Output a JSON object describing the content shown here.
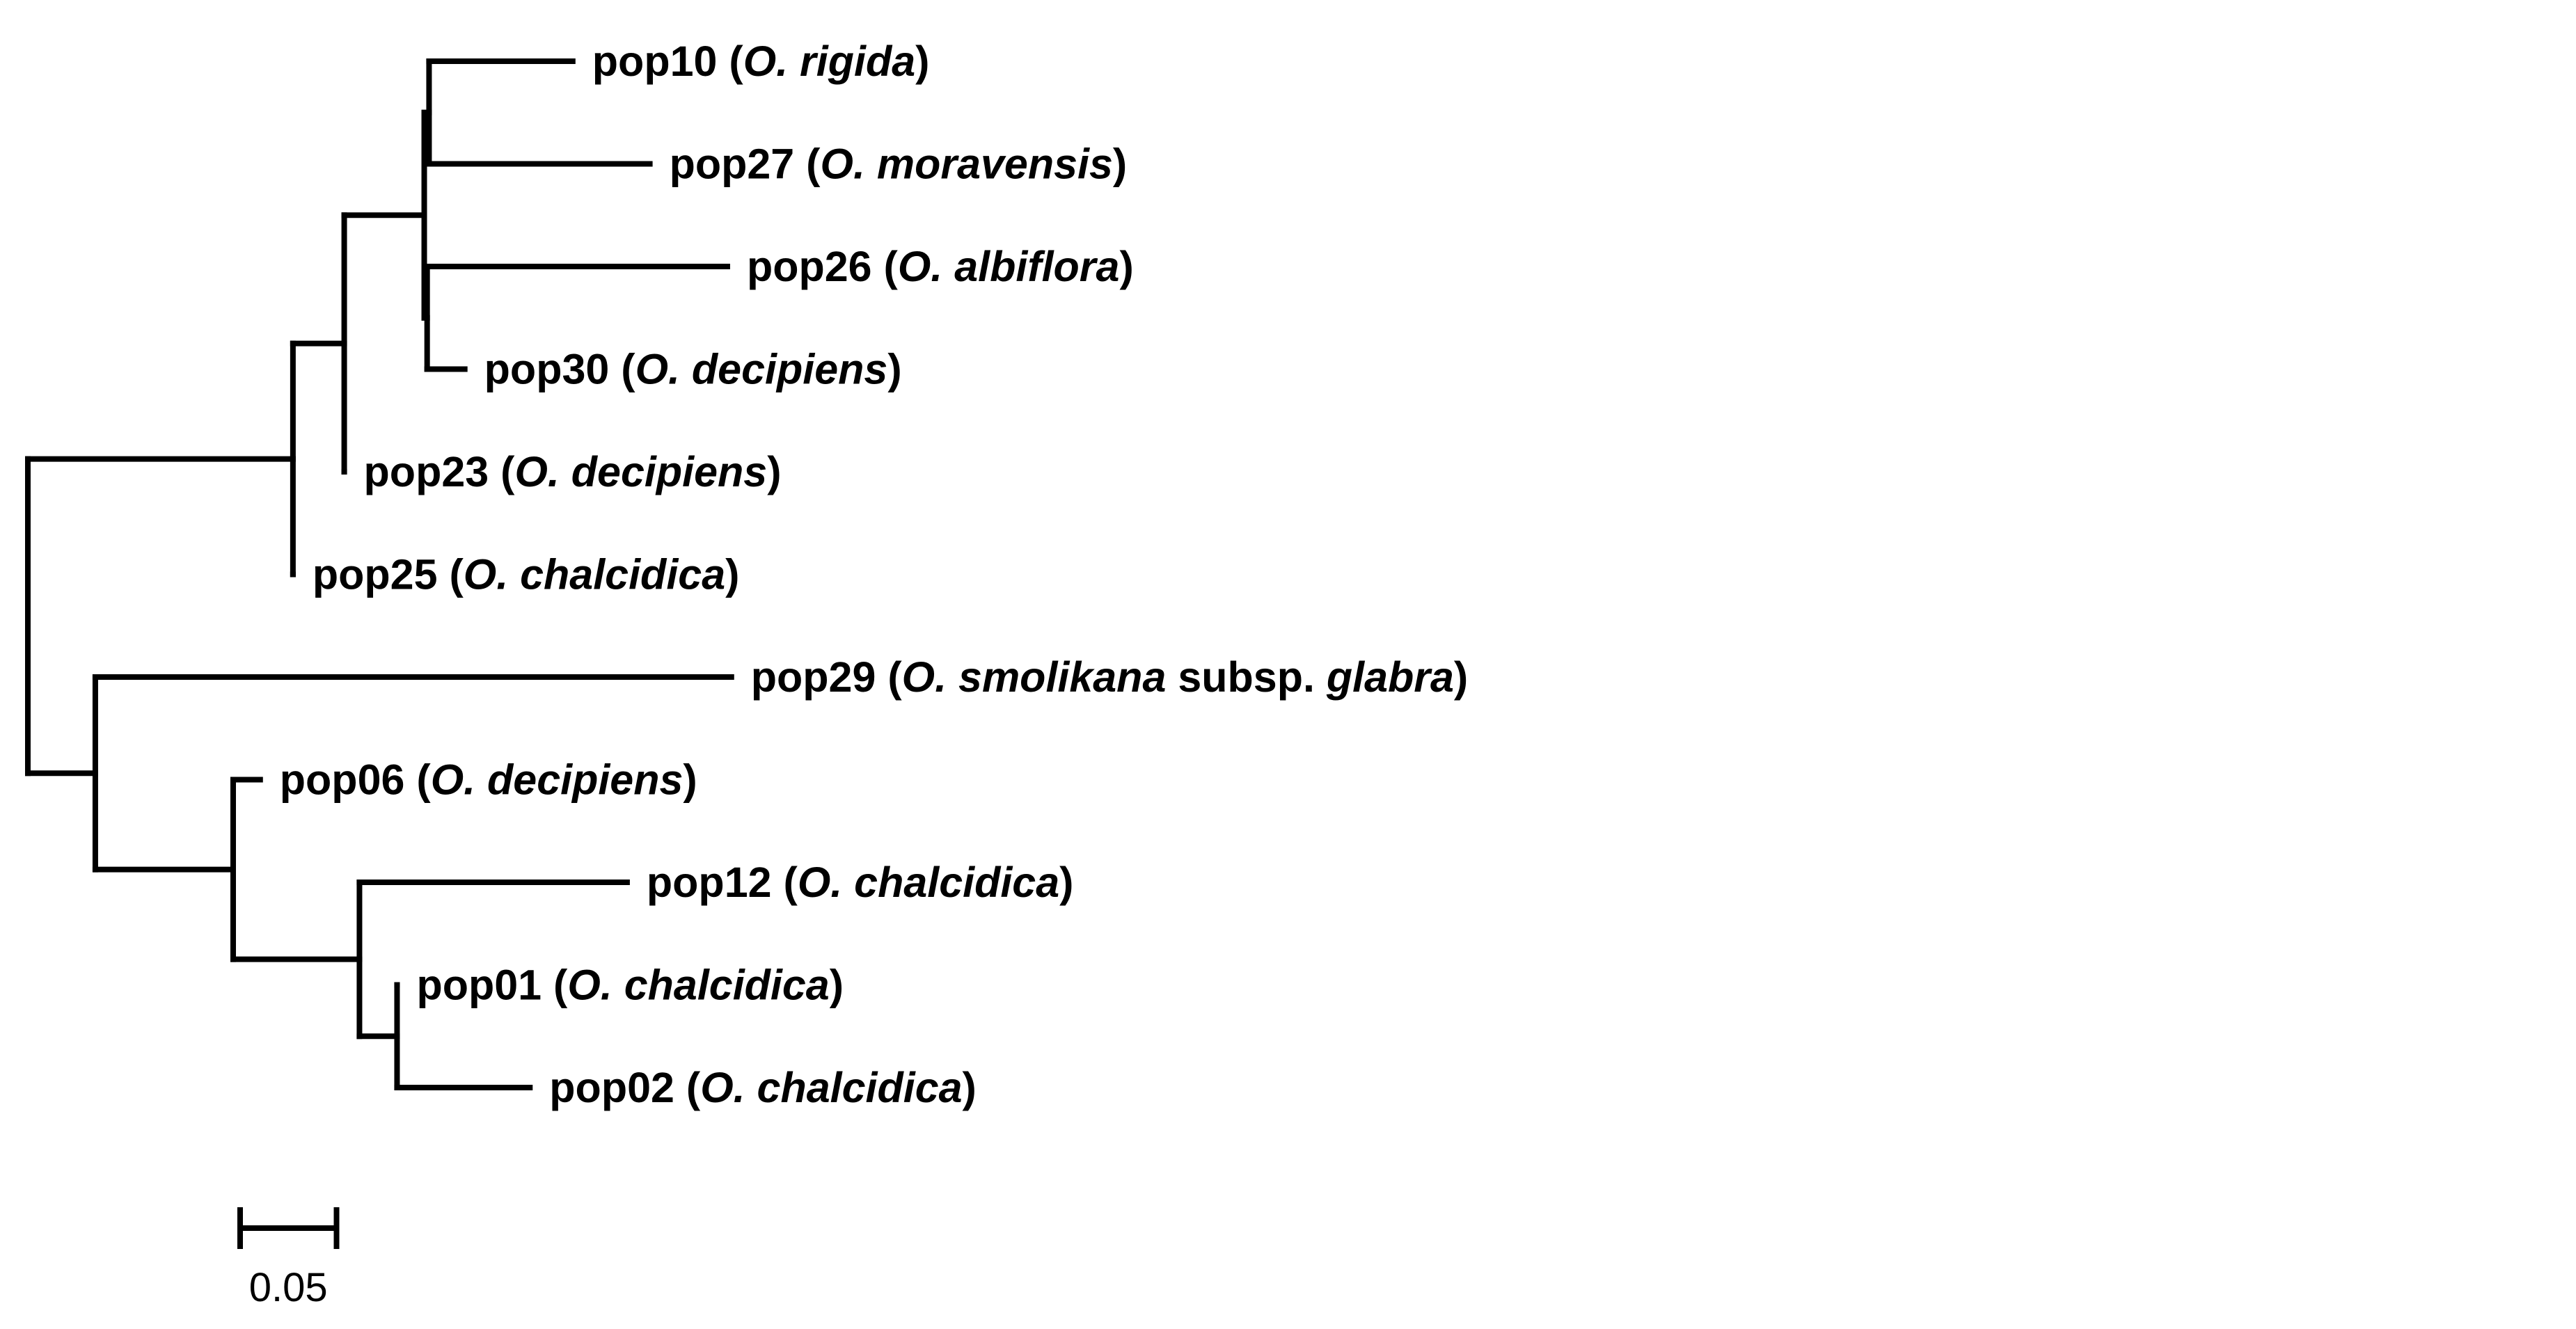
{
  "tree": {
    "tips": [
      {
        "id": "pop10",
        "pop": "pop10",
        "species": "O. rigida",
        "extra": "",
        "extra_species": ""
      },
      {
        "id": "pop27",
        "pop": "pop27",
        "species": "O. moravensis",
        "extra": "",
        "extra_species": ""
      },
      {
        "id": "pop26",
        "pop": "pop26",
        "species": "O. albiflora",
        "extra": "",
        "extra_species": ""
      },
      {
        "id": "pop30",
        "pop": "pop30",
        "species": "O. decipiens",
        "extra": "",
        "extra_species": ""
      },
      {
        "id": "pop23",
        "pop": "pop23",
        "species": "O. decipiens",
        "extra": "",
        "extra_species": ""
      },
      {
        "id": "pop25",
        "pop": "pop25",
        "species": "O. chalcidica",
        "extra": "",
        "extra_species": ""
      },
      {
        "id": "pop29",
        "pop": "pop29",
        "species": "O. smolikana",
        "extra": "subsp.",
        "extra_species": "glabra"
      },
      {
        "id": "pop06",
        "pop": "pop06",
        "species": "O. decipiens",
        "extra": "",
        "extra_species": ""
      },
      {
        "id": "pop12",
        "pop": "pop12",
        "species": "O. chalcidica",
        "extra": "",
        "extra_species": ""
      },
      {
        "id": "pop01",
        "pop": "pop01",
        "species": "O. chalcidica",
        "extra": "",
        "extra_species": ""
      },
      {
        "id": "pop02",
        "pop": "pop02",
        "species": "O. chalcidica",
        "extra": "",
        "extra_species": ""
      }
    ],
    "branch_lengths": {
      "root": 0,
      "A": 0.1375,
      "B": 0.0266,
      "C": 0.0415,
      "D": 0.0025,
      "pop10": 0.0745,
      "pop27": 0.1145,
      "pop26": 0.1557,
      "pop30": 0.0195,
      "pop23": 0.0,
      "pop25": 0.0,
      "F": 0.035,
      "G": 0.0715,
      "H": 0.0655,
      "I": 0.0195,
      "pop29": 0.3299,
      "pop06": 0.014,
      "pop12": 0.1388,
      "pop01": 0.0,
      "pop02": 0.0689
    },
    "scale_bar": {
      "value": 0.05,
      "label": "0.05"
    }
  }
}
